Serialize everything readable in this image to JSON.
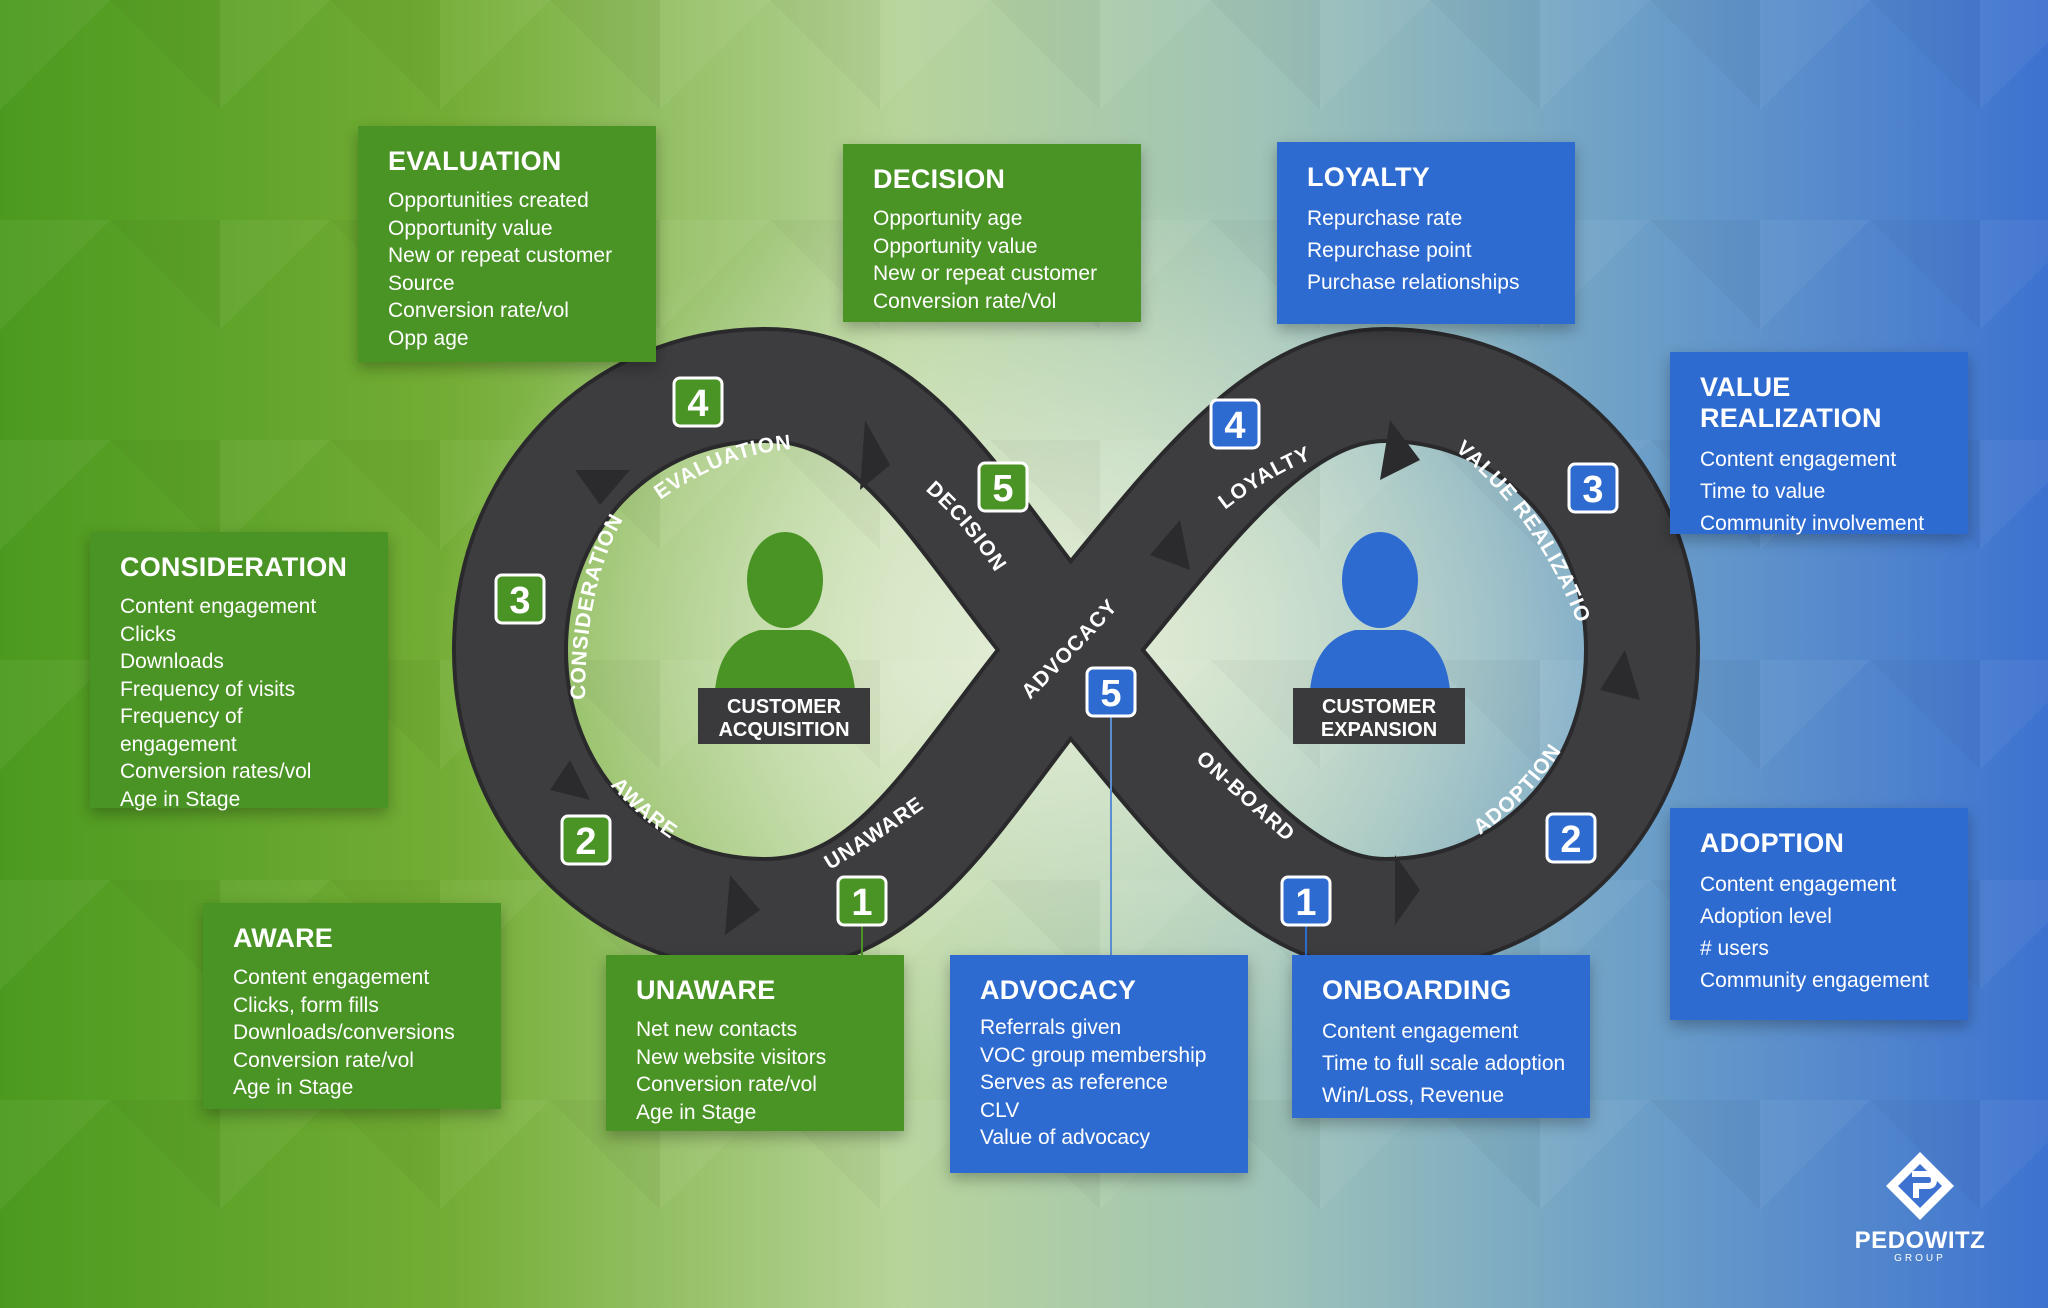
{
  "stages": {
    "evaluation": {
      "title": "EVALUATION",
      "items": [
        "Opportunities created",
        "Opportunity value",
        "New or repeat customer",
        "Source",
        "Conversion rate/vol",
        "Opp age"
      ]
    },
    "decision": {
      "title": "DECISION",
      "items": [
        "Opportunity age",
        "Opportunity value",
        "New or repeat customer",
        "Conversion rate/Vol"
      ]
    },
    "loyalty": {
      "title": "LOYALTY",
      "items": [
        "Repurchase rate",
        "Repurchase point",
        "Purchase relationships"
      ]
    },
    "value_realization": {
      "title": "VALUE REALIZATION",
      "items": [
        "Content engagement",
        "Time to value",
        "Community involvement"
      ]
    },
    "consideration": {
      "title": "CONSIDERATION",
      "items": [
        "Content engagement",
        "Clicks",
        "Downloads",
        "Frequency of visits",
        "Frequency of engagement",
        "Conversion rates/vol",
        "Age in Stage"
      ]
    },
    "aware": {
      "title": "AWARE",
      "items": [
        "Content engagement",
        "Clicks, form fills",
        "Downloads/conversions",
        "Conversion rate/vol",
        "Age in Stage"
      ]
    },
    "unaware": {
      "title": "UNAWARE",
      "items": [
        "Net new contacts",
        "New website visitors",
        "Conversion rate/vol",
        "Age in Stage"
      ]
    },
    "advocacy": {
      "title": "ADVOCACY",
      "items": [
        "Referrals given",
        "VOC group membership",
        "Serves as reference",
        "CLV",
        "Value of advocacy"
      ]
    },
    "onboarding": {
      "title": "ONBOARDING",
      "items": [
        "Content engagement",
        "Time to full scale adoption",
        "Win/Loss, Revenue"
      ]
    },
    "adoption": {
      "title": "ADOPTION",
      "items": [
        "Content engagement",
        "Adoption level",
        "# users",
        "Community engagement"
      ]
    }
  },
  "loop_labels": {
    "evaluation": "EVALUATION",
    "decision": "DECISION",
    "consideration": "CONSIDERATION",
    "aware": "AWARE",
    "unaware": "UNAWARE",
    "advocacy": "ADVOCACY",
    "loyalty": "LOYALTY",
    "value_realization": "VALUE REALIZATION",
    "adoption": "ADOPTION",
    "onboard": "ON-BOARD"
  },
  "badges": {
    "left_1": "1",
    "left_2": "2",
    "left_3": "3",
    "left_4": "4",
    "left_5": "5",
    "right_1": "1",
    "right_2": "2",
    "right_3": "3",
    "right_4": "4",
    "center_5": "5"
  },
  "personas": {
    "acquisition": [
      "CUSTOMER",
      "ACQUISITION"
    ],
    "expansion": [
      "CUSTOMER",
      "EXPANSION"
    ]
  },
  "logo": {
    "name": "PEDOWITZ",
    "sub": "GROUP"
  },
  "colors": {
    "green": "#4a9325",
    "blue": "#2e6bd0",
    "loop": "#3a3a3c"
  }
}
